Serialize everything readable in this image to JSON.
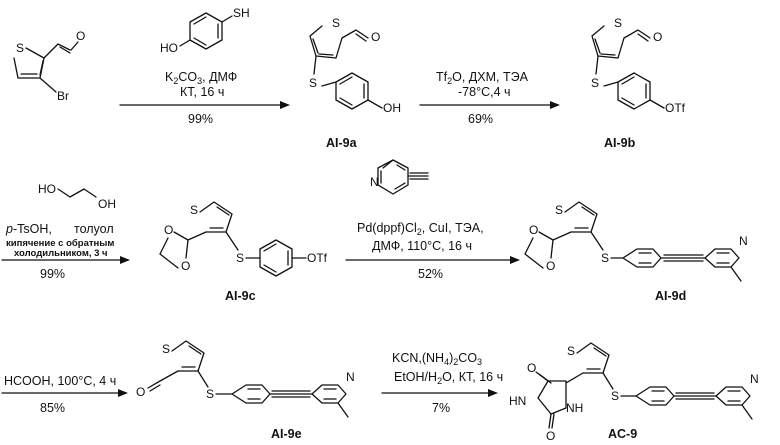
{
  "compounds": {
    "ai9a": "AI-9a",
    "ai9b": "AI-9b",
    "ai9c": "AI-9c",
    "ai9d": "AI-9d",
    "ai9e": "AI-9e",
    "ac9": "AC-9"
  },
  "atoms": {
    "S": "S",
    "O": "O",
    "Br": "Br",
    "OH": "OH",
    "SH": "SH",
    "HO": "HO",
    "OTf": "OTf",
    "N": "N",
    "HN": "HN",
    "NH": "NH"
  },
  "step1": {
    "reagent_base": "K",
    "reagent_sub1": "2",
    "reagent_mid": "CO",
    "reagent_sub2": "3",
    "reagent_tail": ", ДМФ",
    "conditions": "КТ, 16 ч",
    "yield": "99%"
  },
  "step2": {
    "reagent_a": "Tf",
    "reagent_a_sub": "2",
    "reagent_b": "O,  ДХМ, ТЭА",
    "conditions": "-78°С,4 ч",
    "yield": "69%"
  },
  "step3": {
    "reagent_p": "p",
    "reagent_rest": "-TsOH,",
    "solvent": "толуол",
    "reflux_line1": "кипячение с обратным",
    "reflux_line2": "холодильником, 3 ч",
    "yield": "99%"
  },
  "step4": {
    "catalyst_a": "Pd(dppf)Cl",
    "catalyst_sub": "2",
    "catalyst_b": ", CuI, ТЭА,",
    "conditions": "ДМФ, 110°С, 16 ч",
    "yield": "52%"
  },
  "step5": {
    "conditions": "HCOOH, 100°С, 4 ч",
    "yield": "85%"
  },
  "step6": {
    "reagent_a": "KCN,(NH",
    "reagent_sub1": "4",
    "reagent_b": ")",
    "reagent_sub2": "2",
    "reagent_c": "CO",
    "reagent_sub3": "3",
    "solvent_a": "EtOH/H",
    "solvent_sub": "2",
    "solvent_b": "O,  КТ, 16 ч",
    "yield": "7%"
  }
}
